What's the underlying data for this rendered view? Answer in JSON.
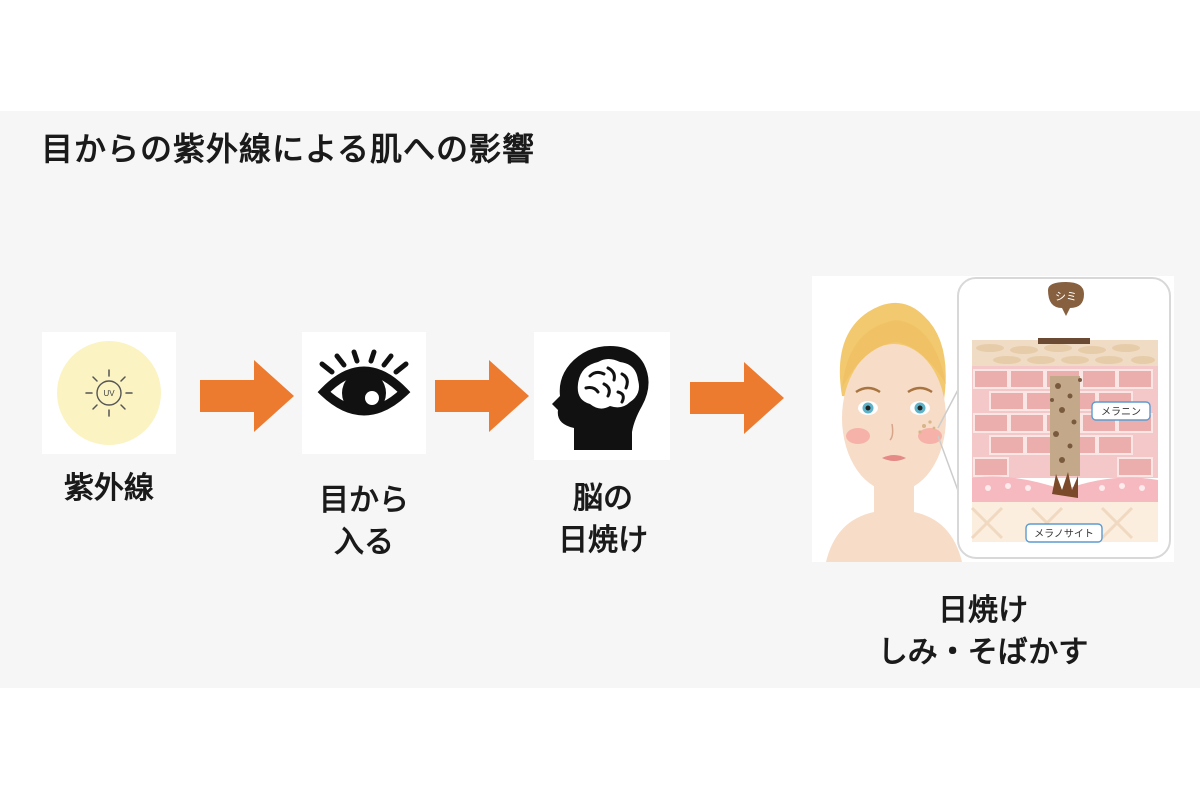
{
  "title": "目からの紫外線による肌への影響",
  "steps": [
    {
      "label_lines": [
        "紫外線"
      ],
      "icon": "uv-sun-icon",
      "badge": "UV"
    },
    {
      "label_lines": [
        "目から",
        "入る"
      ],
      "icon": "eye-icon"
    },
    {
      "label_lines": [
        "脳の",
        "日焼け"
      ],
      "icon": "brain-head-icon"
    },
    {
      "label_lines": [
        "日焼け",
        "しみ・そばかす"
      ],
      "icon": "face-skin-illustration"
    }
  ],
  "skin_callouts": {
    "spot": "シミ",
    "melanin": "メラニン",
    "melanocyte": "メラノサイト"
  },
  "colors": {
    "arrow": "#ec7b30",
    "sun": "#fbf3c2",
    "panel": "#f6f6f6"
  }
}
